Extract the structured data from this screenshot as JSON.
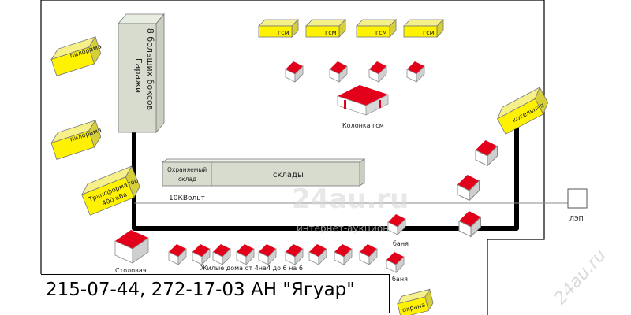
{
  "title_bar": {
    "contact_line": "215-07-44, 272-17-03 АН \"Ягуар\""
  },
  "buildings": {
    "garages": {
      "line1": "Гаражи",
      "line2": "8 больших боксов"
    },
    "sawmill_1": "пилорама",
    "sawmill_2": "пилорама",
    "transformer": {
      "line1": "Трансформатор",
      "line2": "400 кВа"
    },
    "fuel_tanks": [
      "гсм",
      "гсм",
      "гсм",
      "гсм"
    ],
    "fuel_station": "Колонка гсм",
    "boiler": "котельная",
    "guarded_warehouse": {
      "line1": "Охраняемый",
      "line2": "склад"
    },
    "warehouses": "склады",
    "canteen": "Столовая",
    "residential": "Жилые дома от 4на4 до 6 на 6",
    "bathhouse_1": "баня",
    "bathhouse_2": "баня",
    "security": "охрана"
  },
  "power": {
    "voltage_label": "10КВольт",
    "line_label": "ЛЭП"
  },
  "watermark": {
    "main": "24au.ru",
    "sub": "интернет-аукцион",
    "corner": "24au.ru"
  }
}
